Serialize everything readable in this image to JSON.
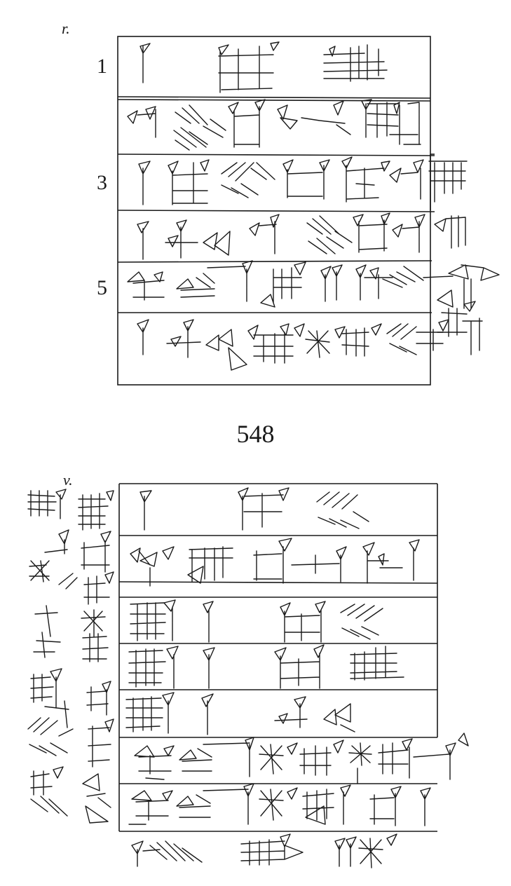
{
  "obverse": {
    "side_label": "r.",
    "line_numbers": [
      "1",
      "3",
      "5"
    ]
  },
  "catalog_number": "548",
  "reverse": {
    "side_label": "v."
  }
}
